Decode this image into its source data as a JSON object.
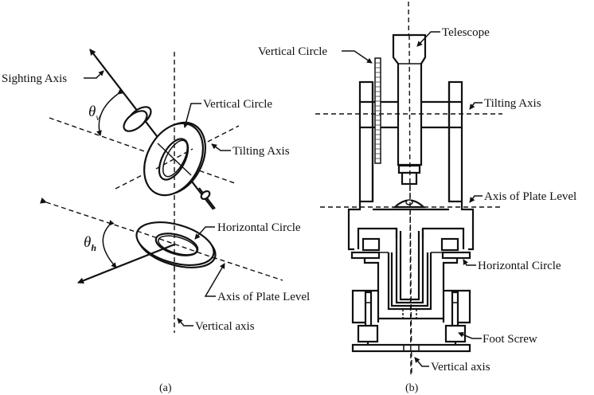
{
  "figure": {
    "panel_a": {
      "caption": "(a)",
      "labels": {
        "sighting_axis": "Sighting Axis",
        "vertical_circle": "Vertical Circle",
        "tilting_axis": "Tilting Axis",
        "horizontal_circle": "Horizontal Circle",
        "axis_plate_level": "Axis of Plate Level",
        "vertical_axis": "Vertical axis"
      },
      "angles": {
        "theta_v": {
          "symbol": "θ",
          "subscript": "v"
        },
        "theta_h": {
          "symbol": "θ",
          "subscript": "h"
        }
      }
    },
    "panel_b": {
      "caption": "(b)",
      "labels": {
        "telescope": "Telescope",
        "vertical_circle": "Vertical Circle",
        "tilting_axis": "Tilting Axis",
        "axis_plate_level": "Axis of Plate Level",
        "horizontal_circle": "Horizontal Circle",
        "foot_screw": "Foot Screw",
        "vertical_axis": "Vertical axis"
      }
    }
  }
}
